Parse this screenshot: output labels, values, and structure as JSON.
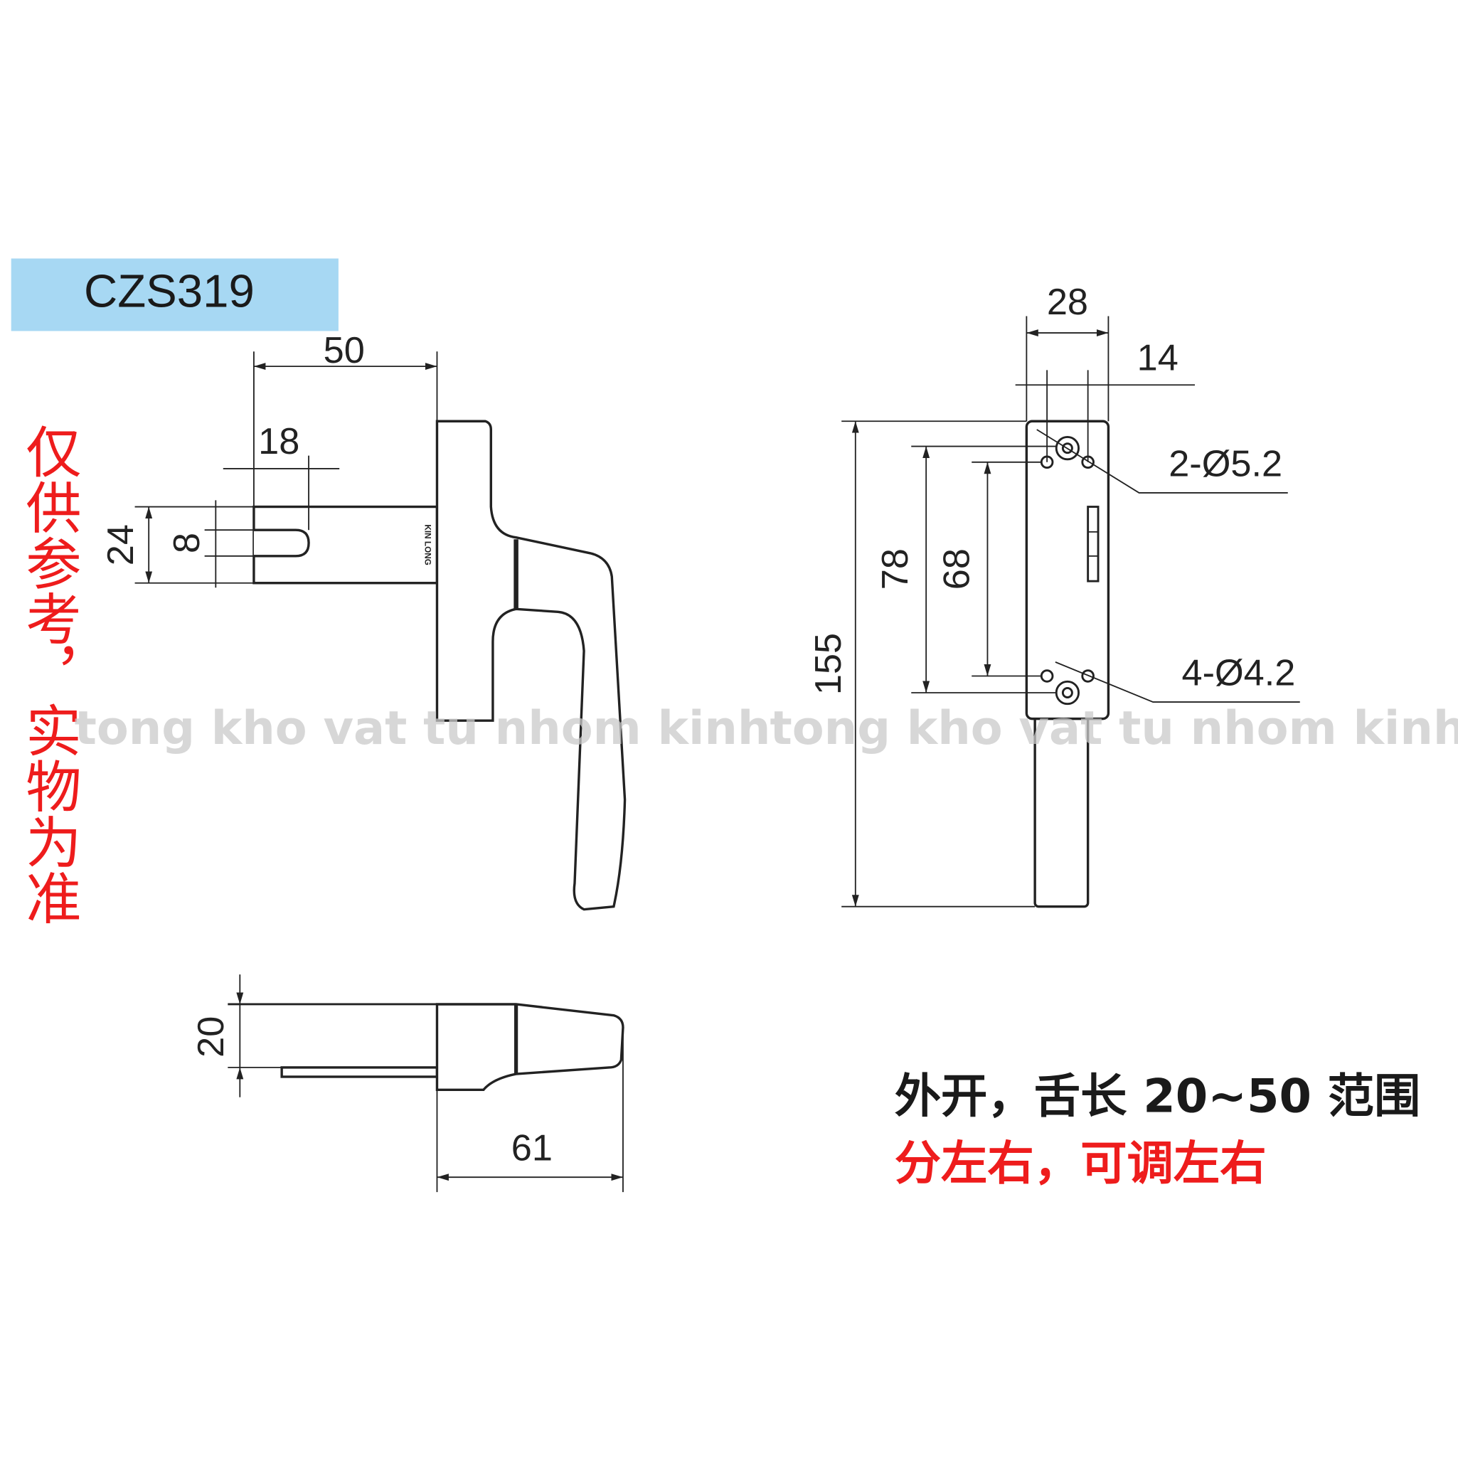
{
  "model": "CZS319",
  "side_note": "仅供参考，实物为准",
  "brand_mark": "KIN LONG",
  "watermark": "tong kho vat tu nhom kinh",
  "dimensions": {
    "spindle_length": "50",
    "slot_length": "18",
    "spindle_height": "24",
    "slot_width": "8",
    "depth": "20",
    "handle_width": "61",
    "plate_width": "28",
    "hole_spacing_x": "14",
    "total_length": "155",
    "large_hole_spacing": "78",
    "small_hole_spacing": "68",
    "large_holes": "2-Ø5.2",
    "small_holes": "4-Ø4.2"
  },
  "notes": {
    "line1": "外开，舌长 20~50 范围",
    "line2": "分左右，可调左右"
  },
  "colors": {
    "title_bg": "#a7d8f3",
    "red": "#ee1c1c"
  }
}
